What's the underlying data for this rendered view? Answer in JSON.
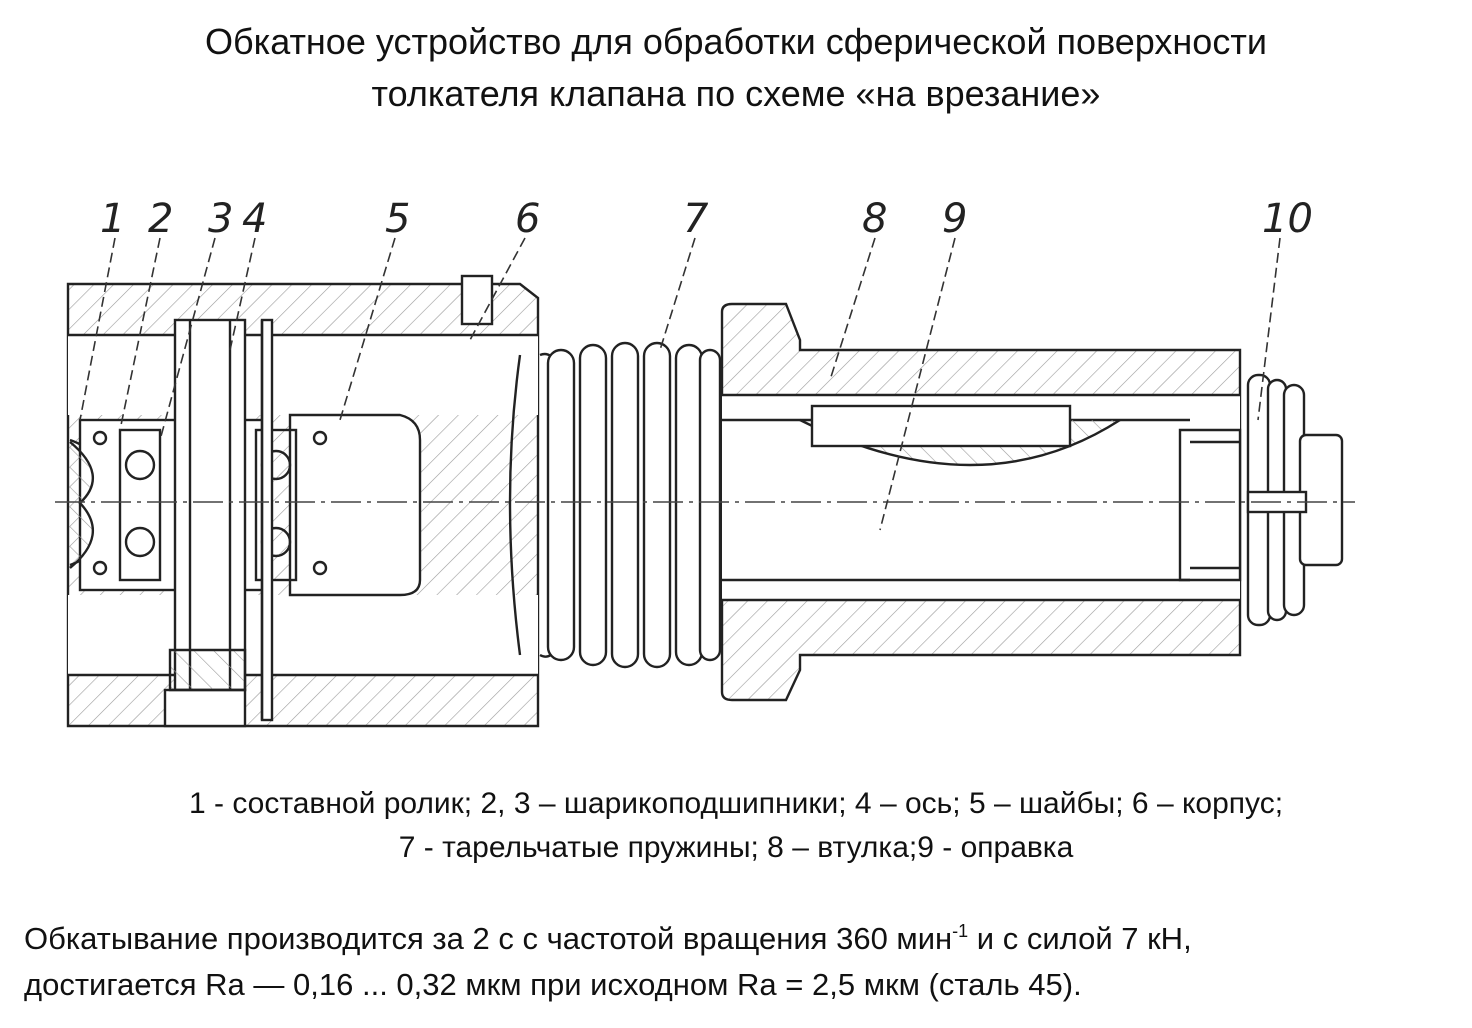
{
  "title": {
    "line1": "Обкатное устройство для обработки сферической поверхности",
    "line2": "толкателя клапана по схеме «на врезание»"
  },
  "drawing": {
    "callouts": [
      "1",
      "2",
      "3",
      "4",
      "5",
      "6",
      "7",
      "8",
      "9",
      "10"
    ]
  },
  "legend": {
    "line1": "1 - составной ролик; 2, 3 – шарикоподшипники; 4 – ось; 5 – шайбы; 6 – корпус;",
    "line2": "7 - тарельчатые пружины; 8 – втулка;9 - оправка"
  },
  "note": {
    "part1": "Обкатывание производится за 2 с с частотой вращения 360 мин",
    "sup": "-1",
    "part2": " и с силой 7 кН,",
    "line2": "достигается Ra — 0,16 ... 0,32 мкм при исходном Ra = 2,5 мкм (сталь 45)."
  }
}
